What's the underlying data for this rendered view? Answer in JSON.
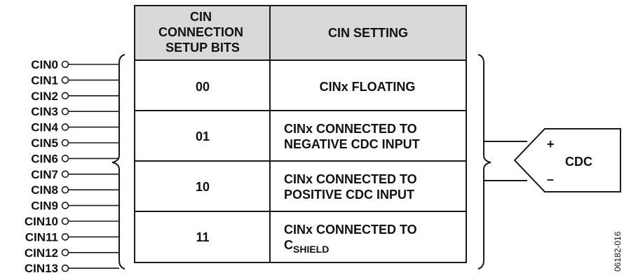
{
  "pins": [
    "CIN0",
    "CIN1",
    "CIN2",
    "CIN3",
    "CIN4",
    "CIN5",
    "CIN6",
    "CIN7",
    "CIN8",
    "CIN9",
    "CIN10",
    "CIN11",
    "CIN12",
    "CIN13"
  ],
  "table": {
    "header_bits": [
      "CIN",
      "CONNECTION",
      "SETUP BITS"
    ],
    "header_setting": "CIN SETTING",
    "rows": [
      {
        "bits": "00",
        "setting": [
          "CINx FLOATING"
        ]
      },
      {
        "bits": "01",
        "setting": [
          "CINx CONNECTED TO",
          "NEGATIVE CDC INPUT"
        ]
      },
      {
        "bits": "10",
        "setting": [
          "CINx CONNECTED TO",
          "POSITIVE CDC INPUT"
        ]
      },
      {
        "bits": "11",
        "setting": [
          "CINx CONNECTED TO"
        ],
        "setting_sub": {
          "base": "C",
          "subscript": "SHIELD"
        }
      }
    ]
  },
  "cdc": {
    "label": "CDC",
    "plus": "+",
    "minus": "–"
  },
  "figure_id": "06182-016",
  "colors": {
    "header_fill": "#d9d9d9",
    "line": "#1a1a1a"
  }
}
